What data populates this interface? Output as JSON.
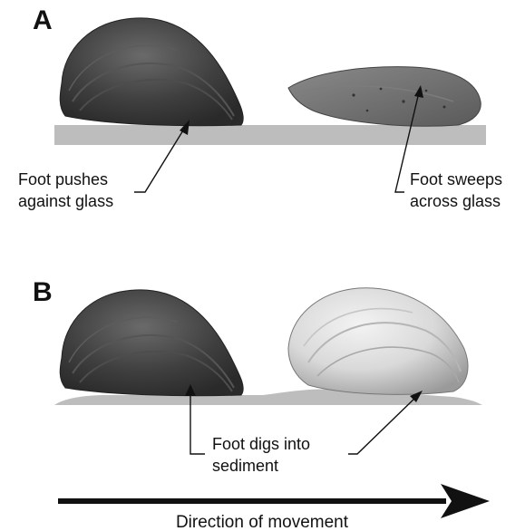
{
  "figure": {
    "panel_a": {
      "letter": "A",
      "callout_left": [
        "Foot pushes",
        "against glass"
      ],
      "callout_right": [
        "Foot sweeps",
        "across glass"
      ]
    },
    "panel_b": {
      "letter": "B",
      "callout": [
        "Foot digs into",
        "sediment"
      ]
    },
    "direction_label": "Direction of movement"
  },
  "colors": {
    "surface": "#bdbdbd",
    "dark_shell": "#3d3d3d",
    "grey_shell": "#6b6b6b",
    "pale_shell": "#d8d8d8",
    "ink": "#111111"
  }
}
